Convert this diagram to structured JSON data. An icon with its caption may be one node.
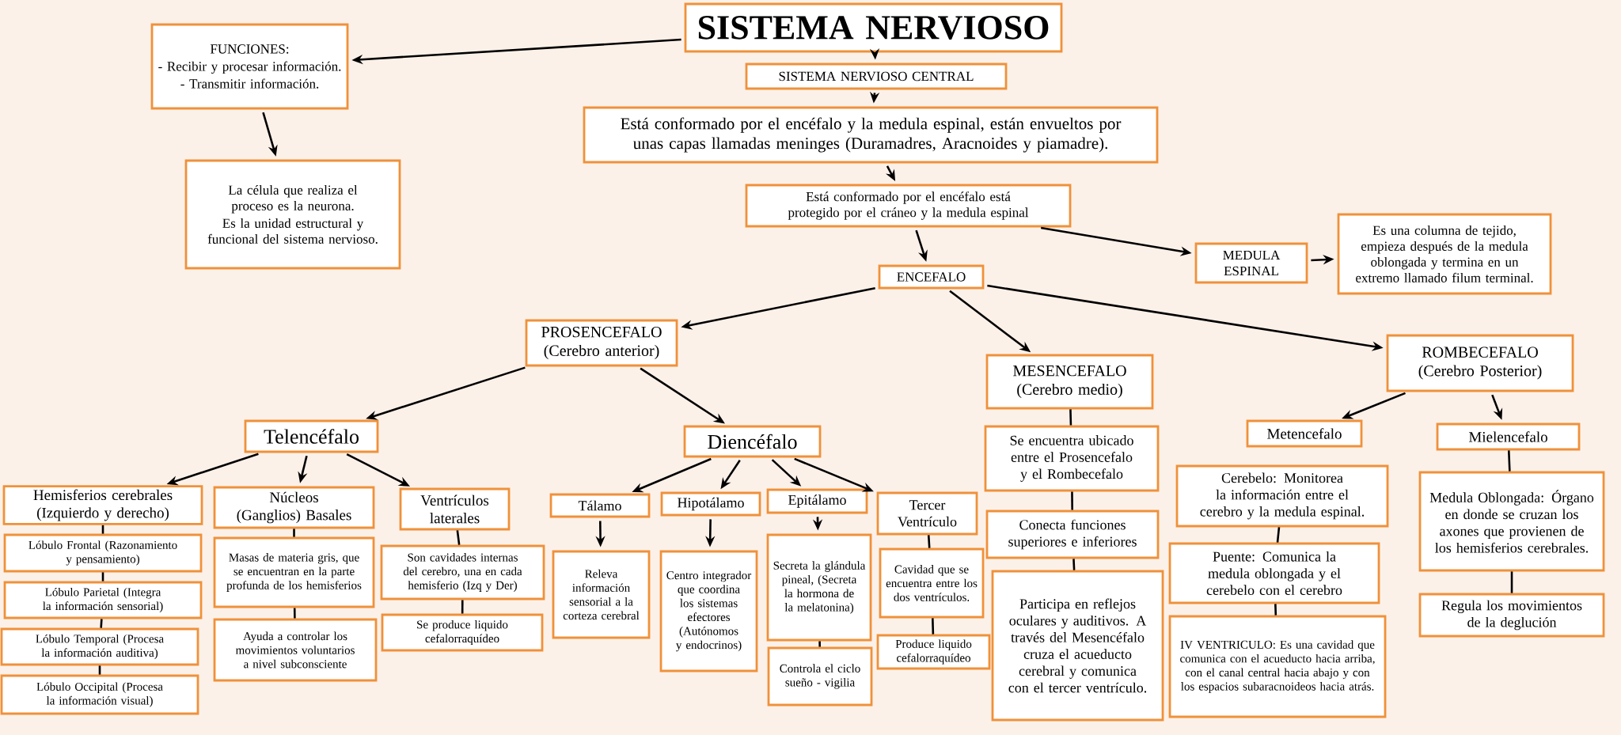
{
  "diagram": {
    "nodes": [
      {
        "text": [
          "SISTEMA NERVIOSO"
        ]
      },
      {
        "text": [
          "SISTEMA NERVIOSO CENTRAL"
        ]
      },
      {
        "text": [
          "Está conformado por el encéfalo y la medula espinal, están envueltos por unas capas llamadas meninges (Duramadres, Aracnoides y piamadre)."
        ]
      },
      {
        "text": [
          "Está conformado por el encéfalo está protegido por el cráneo y la medula espinal"
        ]
      },
      {
        "text": [
          "FUNCIONES:",
          "- Recibir y procesar información.",
          "- Transmitir información."
        ]
      },
      {
        "text": [
          "La célula que realiza el proceso es la neurona.",
          "Es la unidad estructural y funcional del sistema nervioso."
        ]
      },
      {
        "text": [
          "ENCEFALO"
        ]
      },
      {
        "text": [
          "MEDULA ESPINAL"
        ]
      },
      {
        "text": [
          "Es una columna de tejido, empieza después de la medula oblongada y termina en un extremo llamado filum terminal."
        ]
      },
      {
        "text": [
          "PROSENCEFALO (Cerebro anterior)"
        ]
      },
      {
        "text": [
          "MESENCEFALO (Cerebro medio)"
        ]
      },
      {
        "text": [
          "ROMBECEFALO (Cerebro Posterior)"
        ]
      },
      {
        "text": [
          "Telencéfalo"
        ]
      },
      {
        "text": [
          "Diencéfalo"
        ]
      },
      {
        "text": [
          "Hemisferios cerebrales (Izquierdo y derecho)"
        ]
      },
      {
        "text": [
          "Lóbulo Frontal (Razonamiento y pensamiento)"
        ]
      },
      {
        "text": [
          "Lóbulo Parietal (Integra la información sensorial)"
        ]
      },
      {
        "text": [
          "Lóbulo Temporal (Procesa la información auditiva)"
        ]
      },
      {
        "text": [
          "Lóbulo Occipital (Procesa la información visual)"
        ]
      },
      {
        "text": [
          "Núcleos (Ganglios) Basales"
        ]
      },
      {
        "text": [
          "Masas de materia gris, que se encuentran en la parte profunda de los hemisferios"
        ]
      },
      {
        "text": [
          "Ayuda a controlar los movimientos voluntarios a nivel subconsciente"
        ]
      },
      {
        "text": [
          "Ventrículos laterales"
        ]
      },
      {
        "text": [
          "Son cavidades internas del cerebro, una en cada hemisferio (Izq y Der)"
        ]
      },
      {
        "text": [
          "Se produce liquido cefalorraquídeo"
        ]
      },
      {
        "text": [
          "Tálamo"
        ]
      },
      {
        "text": [
          "Hipotálamo"
        ]
      },
      {
        "text": [
          "Epitálamo"
        ]
      },
      {
        "text": [
          "Tercer Ventrículo"
        ]
      },
      {
        "text": [
          "Releva información sensorial a la corteza cerebral"
        ]
      },
      {
        "text": [
          "Centro integrador que coordina los sistemas efectores (Autónomos y endocrinos)"
        ]
      },
      {
        "text": [
          "Secreta la glándula pineal, (Secreta la hormona de la melatonina)"
        ]
      },
      {
        "text": [
          "Controla el ciclo sueño - vigilia"
        ]
      },
      {
        "text": [
          "Cavidad que se encuentra entre los dos ventrículos."
        ]
      },
      {
        "text": [
          "Produce liquido cefalorraquídeo"
        ]
      },
      {
        "text": [
          "Se encuentra ubicado entre el Prosencefalo y el Rombecefalo"
        ]
      },
      {
        "text": [
          "Conecta funciones superiores e inferiores"
        ]
      },
      {
        "text": [
          "Participa en reflejos oculares y auditivos. A través del Mesencéfalo cruza el acueducto cerebral y comunica con el tercer ventrículo."
        ]
      },
      {
        "text": [
          "Metencefalo"
        ]
      },
      {
        "text": [
          "Mielencefalo"
        ]
      },
      {
        "text": [
          "Cerebelo: Monitorea la información entre el cerebro y la medula espinal."
        ]
      },
      {
        "text": [
          "Puente: Comunica la medula oblongada y el cerebelo con el cerebro"
        ]
      },
      {
        "text": [
          "IV VENTRICULO: Es una cavidad que comunica con el acueducto hacia arriba, con el canal central hacia abajo y con los espacios subaracnoideos hacia atrás."
        ]
      },
      {
        "text": [
          "Medula Oblongada: Órgano en donde se cruzan los axones que provienen de los hemisferios cerebrales."
        ]
      },
      {
        "text": [
          "Regula los movimientos de la deglución"
        ]
      }
    ],
    "edges": [
      {
        "from": 0,
        "to": 4,
        "arrow": "to"
      },
      {
        "from": 0,
        "to": 1,
        "arrow": "to"
      },
      {
        "from": 1,
        "to": 2,
        "arrow": "to"
      },
      {
        "from": 2,
        "to": 3,
        "arrow": "to"
      },
      {
        "from": 4,
        "to": 5,
        "arrow": "to"
      },
      {
        "from": 3,
        "to": 6,
        "arrow": "to"
      },
      {
        "from": 3,
        "to": 7,
        "arrow": "to"
      },
      {
        "from": 7,
        "to": 8,
        "arrow": "to"
      },
      {
        "from": 6,
        "to": 9,
        "arrow": "to"
      },
      {
        "from": 6,
        "to": 10,
        "arrow": "to"
      },
      {
        "from": 6,
        "to": 11,
        "arrow": "to"
      },
      {
        "from": 9,
        "to": 12,
        "arrow": "to"
      },
      {
        "from": 9,
        "to": 13,
        "arrow": "to"
      },
      {
        "from": 12,
        "to": 14,
        "arrow": "to"
      },
      {
        "from": 12,
        "to": 19,
        "arrow": "to"
      },
      {
        "from": 12,
        "to": 22,
        "arrow": "to"
      },
      {
        "from": 14,
        "to": 15,
        "arrow": "none"
      },
      {
        "from": 15,
        "to": 16,
        "arrow": "none"
      },
      {
        "from": 16,
        "to": 17,
        "arrow": "none"
      },
      {
        "from": 17,
        "to": 18,
        "arrow": "none"
      },
      {
        "from": 19,
        "to": 20,
        "arrow": "none"
      },
      {
        "from": 20,
        "to": 21,
        "arrow": "none"
      },
      {
        "from": 22,
        "to": 23,
        "arrow": "none"
      },
      {
        "from": 23,
        "to": 24,
        "arrow": "none"
      },
      {
        "from": 13,
        "to": 25,
        "arrow": "to"
      },
      {
        "from": 13,
        "to": 26,
        "arrow": "to"
      },
      {
        "from": 13,
        "to": 27,
        "arrow": "to"
      },
      {
        "from": 13,
        "to": 28,
        "arrow": "to"
      },
      {
        "from": 25,
        "to": 29,
        "arrow": "to"
      },
      {
        "from": 26,
        "to": 30,
        "arrow": "to"
      },
      {
        "from": 27,
        "to": 31,
        "arrow": "to"
      },
      {
        "from": 31,
        "to": 32,
        "arrow": "none"
      },
      {
        "from": 28,
        "to": 33,
        "arrow": "none"
      },
      {
        "from": 33,
        "to": 34,
        "arrow": "none"
      },
      {
        "from": 10,
        "to": 35,
        "arrow": "none"
      },
      {
        "from": 35,
        "to": 36,
        "arrow": "none"
      },
      {
        "from": 36,
        "to": 37,
        "arrow": "none"
      },
      {
        "from": 11,
        "to": 38,
        "arrow": "to"
      },
      {
        "from": 11,
        "to": 39,
        "arrow": "to"
      },
      {
        "from": 40,
        "to": 41,
        "arrow": "none"
      },
      {
        "from": 41,
        "to": 42,
        "arrow": "none"
      },
      {
        "from": 39,
        "to": 43,
        "arrow": "none"
      },
      {
        "from": 43,
        "to": 44,
        "arrow": "none"
      }
    ]
  }
}
